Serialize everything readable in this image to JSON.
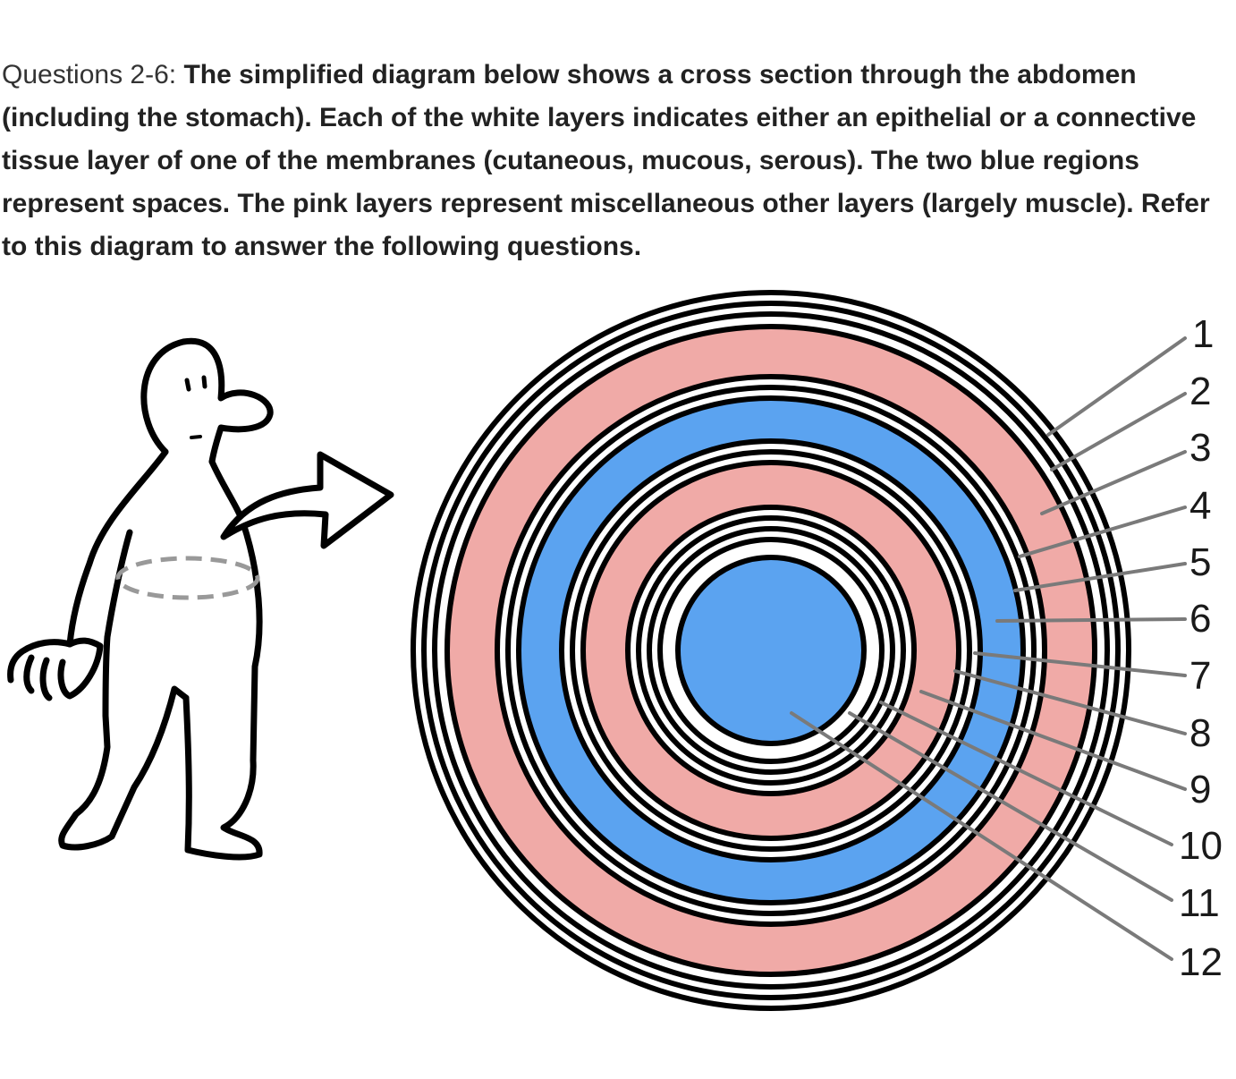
{
  "question": {
    "prefix": "Questions 2-6: ",
    "text": "The simplified diagram below shows a cross section through the abdomen (including the stomach).  Each of the white layers indicates either an epithelial or a connective tissue layer of one of the membranes (cutaneous, mucous, serous).  The two blue regions represent spaces.  The pink layers represent miscellaneous other layers (largely muscle).  Refer to this diagram to answer the following questions."
  },
  "diagram": {
    "colors": {
      "pink": "#f0aaa7",
      "blue": "#5ba3f0",
      "white": "#ffffff",
      "outline": "#000000",
      "leader": "#7a7a7a",
      "waist_dash": "#999999"
    },
    "layer_labels": [
      "1",
      "2",
      "3",
      "4",
      "5",
      "6",
      "7",
      "8",
      "9",
      "10",
      "11",
      "12"
    ]
  }
}
